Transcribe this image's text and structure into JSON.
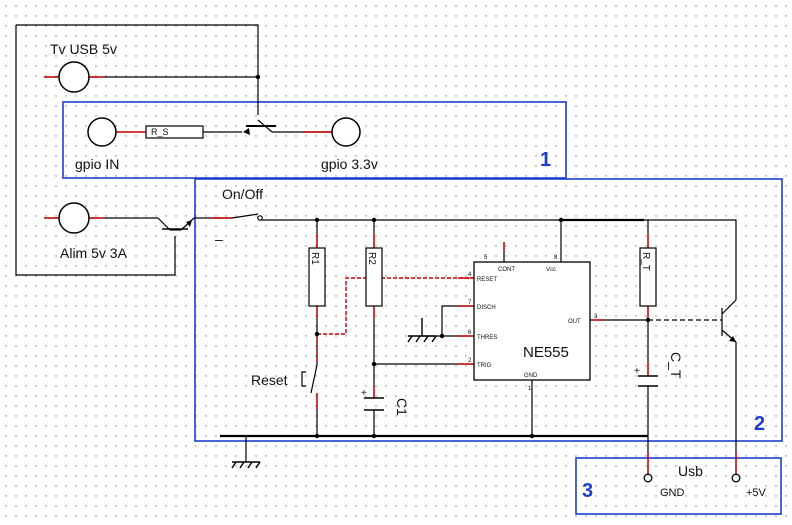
{
  "colors": {
    "wire": "#000000",
    "red_wire": "#cc0000",
    "blue_box": "#1a3fd0",
    "grid_dot": "#7a7a7a"
  },
  "labels": {
    "tv_usb": "Tv USB 5v",
    "gpio_in": "gpio IN",
    "gpio_33": "gpio 3.3v",
    "r_s": "R_S",
    "onoff": "On/Off",
    "alim": "Alim 5v 3A",
    "r1": "R1",
    "r2": "R2",
    "r_t": "R_T",
    "reset": "Reset",
    "c1": "C1",
    "c_t": "C_T",
    "usb": "Usb",
    "gnd": "GND",
    "plus5v": "+5V",
    "minus": "–",
    "plus_sign": "+"
  },
  "ic": {
    "name": "NE555",
    "pins": [
      {
        "num": "4",
        "name": "RESET"
      },
      {
        "num": "7",
        "name": "DISCH"
      },
      {
        "num": "6",
        "name": "THRES"
      },
      {
        "num": "2",
        "name": "TRIG"
      },
      {
        "num": "5",
        "name": "CONT"
      },
      {
        "num": "8",
        "name": "Vcc"
      },
      {
        "num": "3",
        "name": "OUT"
      },
      {
        "num": "1",
        "name": "GND"
      }
    ]
  },
  "boxes": [
    {
      "num": "1"
    },
    {
      "num": "2"
    },
    {
      "num": "3"
    }
  ]
}
